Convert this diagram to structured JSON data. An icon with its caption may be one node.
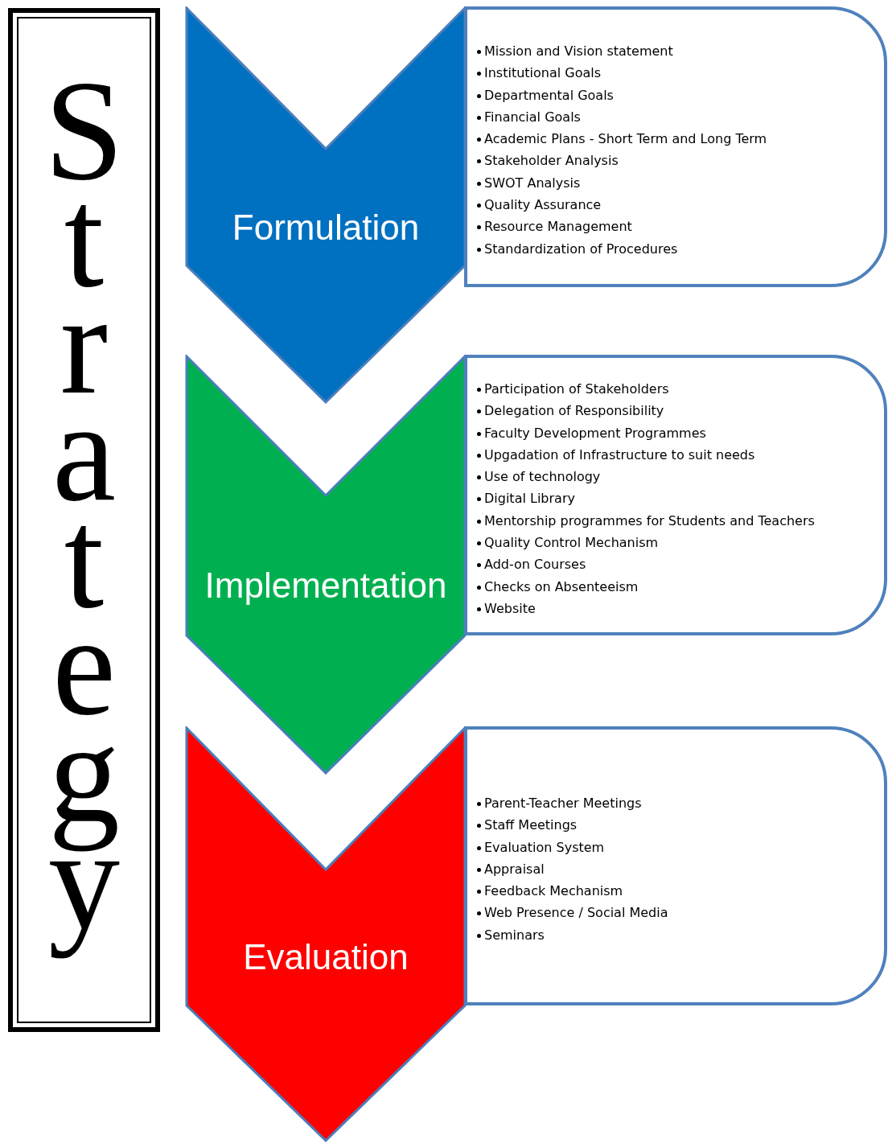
{
  "diagram": {
    "nodes": [
      {
        "text": [
          "Strategy"
        ]
      },
      {
        "text": [
          "Formulation"
        ]
      },
      {
        "text": [
          "Mission and Vision statement",
          "Institutional Goals",
          "Departmental Goals",
          "Financial Goals",
          "Academic Plans - Short Term and Long Term",
          "Stakeholder Analysis",
          "SWOT Analysis",
          "Quality Assurance",
          "Resource Management",
          "Standardization of Procedures"
        ]
      },
      {
        "text": [
          "Implementation"
        ]
      },
      {
        "text": [
          "Participation of Stakeholders",
          "Delegation of Responsibility",
          "Faculty Development Programmes",
          "Upgadation of Infrastructure to suit needs",
          "Use of technology",
          "Digital Library",
          "Mentorship programmes for Students and Teachers",
          "Quality Control Mechanism",
          "Add-on Courses",
          "Checks on Absenteeism",
          "Website"
        ]
      },
      {
        "text": [
          "Evaluation"
        ]
      },
      {
        "text": [
          "Parent-Teacher Meetings",
          "Staff Meetings",
          "Evaluation System",
          "Appraisal",
          "Feedback Mechanism",
          "Web Presence / Social Media",
          "Seminars"
        ]
      }
    ]
  }
}
